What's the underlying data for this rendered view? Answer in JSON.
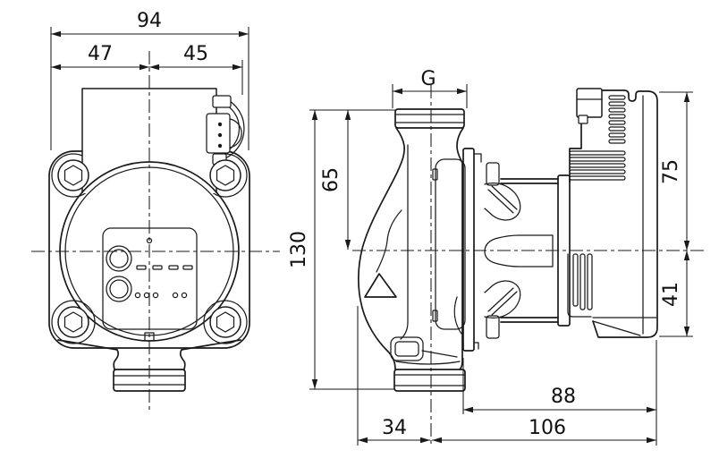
{
  "drawing": {
    "background": "#ffffff",
    "stroke_color": "#1a1a1a",
    "dimensions": {
      "front_view": {
        "total_width": "94",
        "left_of_center": "47",
        "right_of_center": "45"
      },
      "side_view": {
        "port_thread": "G",
        "port_to_center": "65",
        "port_to_port": "130",
        "center_to_module_top": "75",
        "center_to_module_bottom": "41",
        "flange_to_module_rear": "88",
        "housing_front_to_center": "34",
        "center_to_module_rear": "106"
      }
    }
  }
}
